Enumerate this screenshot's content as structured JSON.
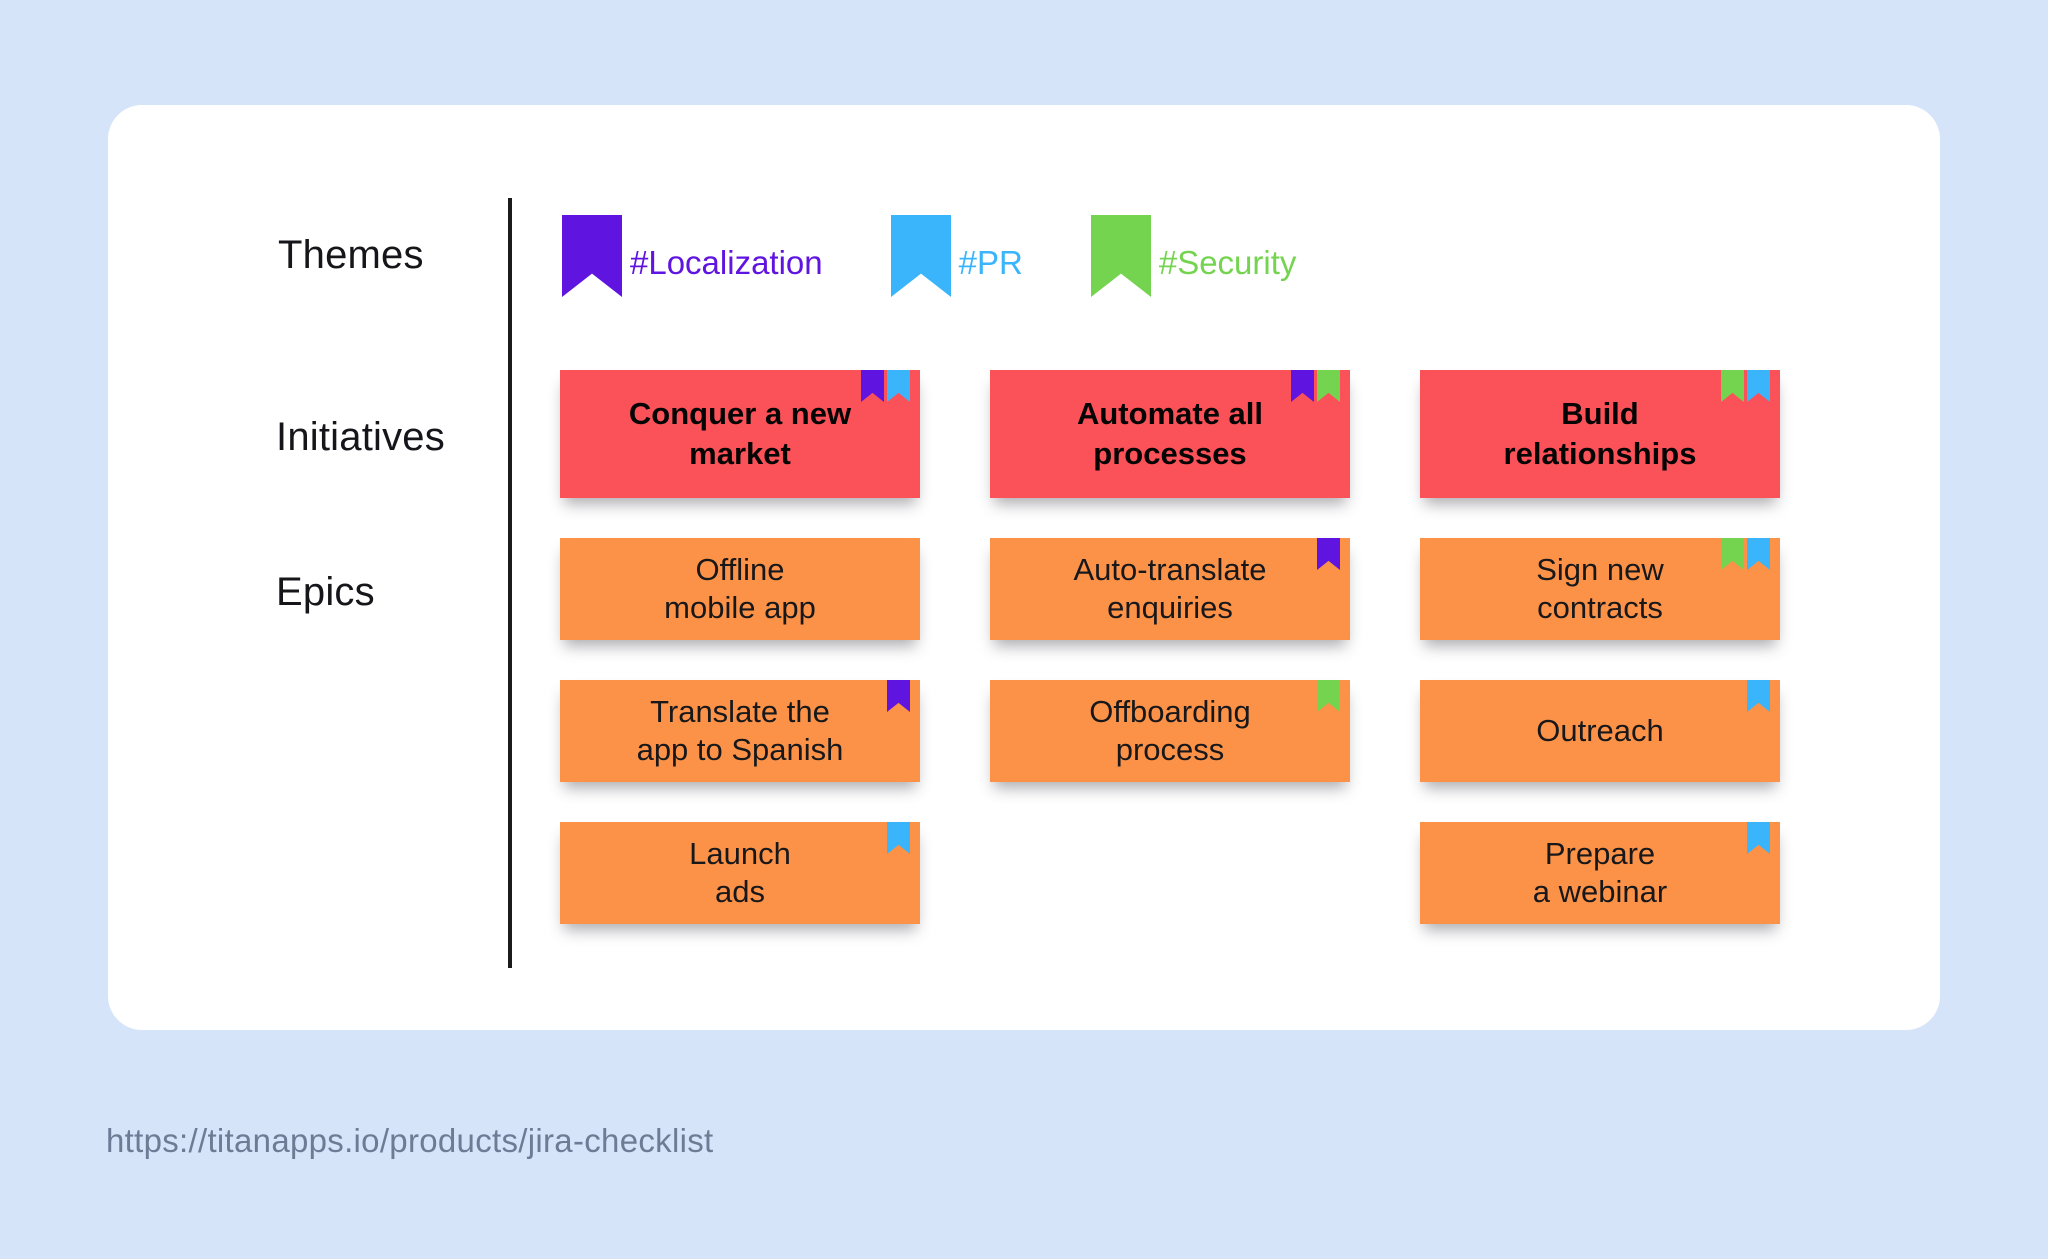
{
  "colors": {
    "page_background": "#d6e4fa",
    "card_background": "#ffffff",
    "axis": "#1b1b1b",
    "initiative": "#fb5159",
    "epic": "#fb9248",
    "theme_localization": "#6014e0",
    "theme_pr": "#3ab5fb",
    "theme_security": "#74d44f",
    "url_text": "#6d7b95"
  },
  "rows": {
    "themes_label": "Themes",
    "initiatives_label": "Initiatives",
    "epics_label": "Epics"
  },
  "themes": [
    {
      "label": "#Localization",
      "color": "#6014e0",
      "icon": "bookmark-icon"
    },
    {
      "label": "#PR",
      "color": "#3ab5fb",
      "icon": "bookmark-icon"
    },
    {
      "label": "#Security",
      "color": "#74d44f",
      "icon": "bookmark-icon"
    }
  ],
  "columns": [
    {
      "initiative": {
        "title": "Conquer a new\nmarket",
        "tags": [
          "#Localization",
          "#PR"
        ]
      },
      "epics": [
        {
          "title": "Offline\nmobile app",
          "tags": []
        },
        {
          "title": "Translate the\napp to Spanish",
          "tags": [
            "#Localization"
          ]
        },
        {
          "title": "Launch\nads",
          "tags": [
            "#PR"
          ]
        }
      ]
    },
    {
      "initiative": {
        "title": "Automate all\nprocesses",
        "tags": [
          "#Localization",
          "#Security"
        ]
      },
      "epics": [
        {
          "title": "Auto-translate\nenquiries",
          "tags": [
            "#Localization"
          ]
        },
        {
          "title": "Offboarding\nprocess",
          "tags": [
            "#Security"
          ]
        }
      ]
    },
    {
      "initiative": {
        "title": "Build\nrelationships",
        "tags": [
          "#Security",
          "#PR"
        ]
      },
      "epics": [
        {
          "title": "Sign new\ncontracts",
          "tags": [
            "#Security",
            "#PR"
          ]
        },
        {
          "title": "Outreach",
          "tags": [
            "#PR"
          ]
        },
        {
          "title": "Prepare\na webinar",
          "tags": [
            "#PR"
          ]
        }
      ]
    }
  ],
  "footer": {
    "url": "https://titanapps.io/products/jira-checklist"
  }
}
